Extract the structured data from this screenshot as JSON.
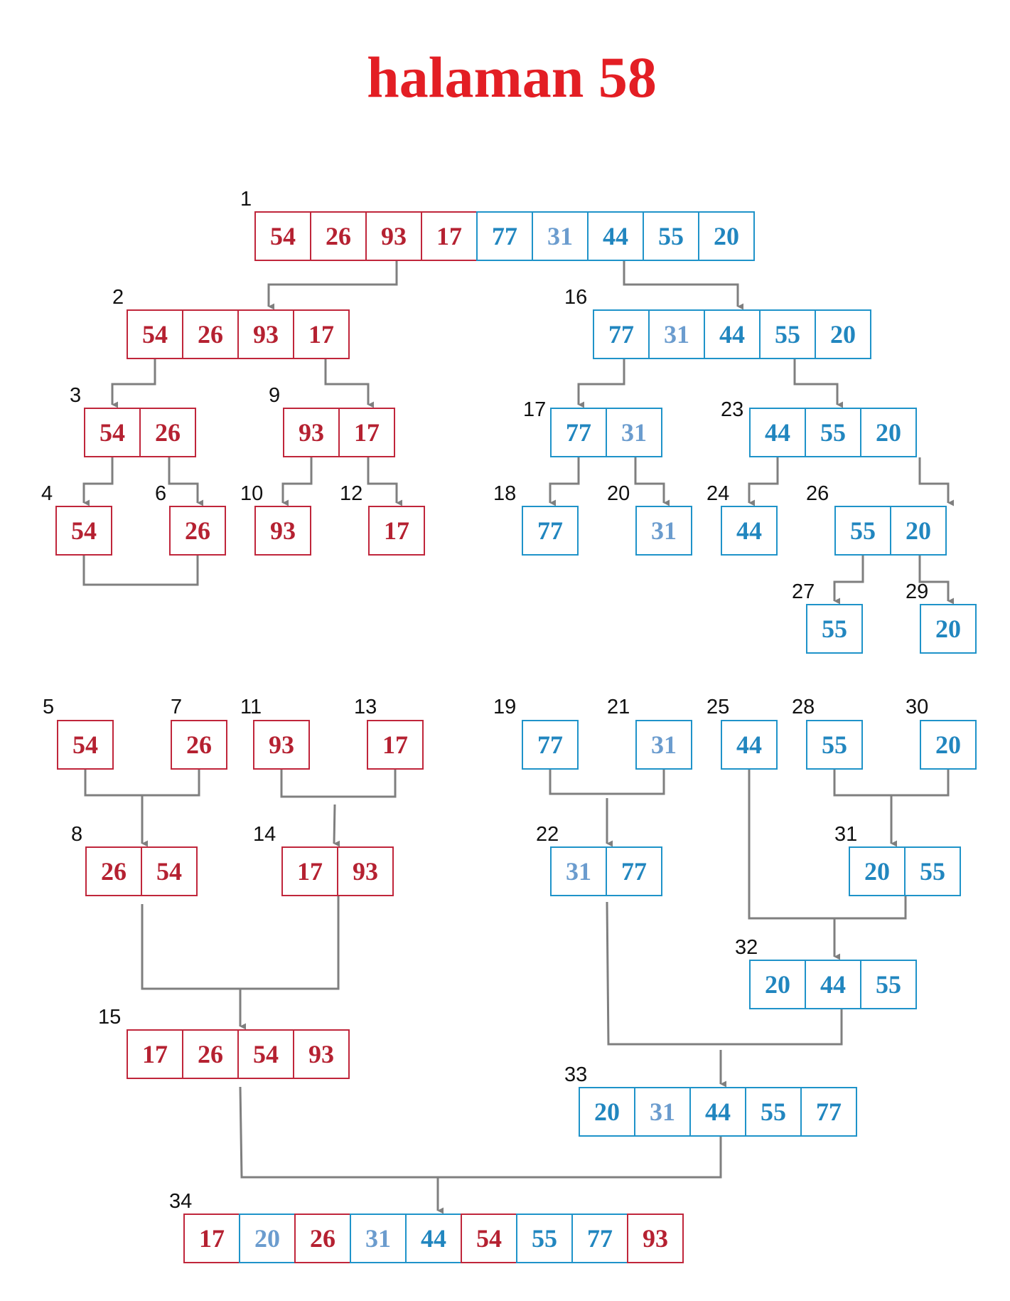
{
  "title": "halaman 58",
  "colors": {
    "title": "#e31e24",
    "red_border": "#c0263b",
    "red_text": "#b52131",
    "blue_border": "#1f93c9",
    "blue_text": "#2186bf",
    "light_blue_text": "#6b9cce",
    "connector": "#7f7f7f",
    "step_label": "#111111"
  },
  "nodes": [
    {
      "step": "1",
      "cells": [
        {
          "v": "54",
          "t": "r"
        },
        {
          "v": "26",
          "t": "r"
        },
        {
          "v": "93",
          "t": "r"
        },
        {
          "v": "17",
          "t": "r"
        },
        {
          "v": "77",
          "t": "b"
        },
        {
          "v": "31",
          "t": "lb"
        },
        {
          "v": "44",
          "t": "b"
        },
        {
          "v": "55",
          "t": "b"
        },
        {
          "v": "20",
          "t": "b"
        }
      ]
    },
    {
      "step": "2",
      "cells": [
        {
          "v": "54",
          "t": "r"
        },
        {
          "v": "26",
          "t": "r"
        },
        {
          "v": "93",
          "t": "r"
        },
        {
          "v": "17",
          "t": "r"
        }
      ]
    },
    {
      "step": "3",
      "cells": [
        {
          "v": "54",
          "t": "r"
        },
        {
          "v": "26",
          "t": "r"
        }
      ]
    },
    {
      "step": "4",
      "cells": [
        {
          "v": "54",
          "t": "r"
        }
      ]
    },
    {
      "step": "6",
      "cells": [
        {
          "v": "26",
          "t": "r"
        }
      ]
    },
    {
      "step": "9",
      "cells": [
        {
          "v": "93",
          "t": "r"
        },
        {
          "v": "17",
          "t": "r"
        }
      ]
    },
    {
      "step": "10",
      "cells": [
        {
          "v": "93",
          "t": "r"
        }
      ]
    },
    {
      "step": "12",
      "cells": [
        {
          "v": "17",
          "t": "r"
        }
      ]
    },
    {
      "step": "16",
      "cells": [
        {
          "v": "77",
          "t": "b"
        },
        {
          "v": "31",
          "t": "lb"
        },
        {
          "v": "44",
          "t": "b"
        },
        {
          "v": "55",
          "t": "b"
        },
        {
          "v": "20",
          "t": "b"
        }
      ]
    },
    {
      "step": "17",
      "cells": [
        {
          "v": "77",
          "t": "b"
        },
        {
          "v": "31",
          "t": "lb"
        }
      ]
    },
    {
      "step": "18",
      "cells": [
        {
          "v": "77",
          "t": "b"
        }
      ]
    },
    {
      "step": "20",
      "cells": [
        {
          "v": "31",
          "t": "lb"
        }
      ]
    },
    {
      "step": "23",
      "cells": [
        {
          "v": "44",
          "t": "b"
        },
        {
          "v": "55",
          "t": "b"
        },
        {
          "v": "20",
          "t": "b"
        }
      ]
    },
    {
      "step": "24",
      "cells": [
        {
          "v": "44",
          "t": "b"
        }
      ]
    },
    {
      "step": "26",
      "cells": [
        {
          "v": "55",
          "t": "b"
        },
        {
          "v": "20",
          "t": "b"
        }
      ]
    },
    {
      "step": "27",
      "cells": [
        {
          "v": "55",
          "t": "b"
        }
      ]
    },
    {
      "step": "29",
      "cells": [
        {
          "v": "20",
          "t": "b"
        }
      ]
    },
    {
      "step": "5",
      "cells": [
        {
          "v": "54",
          "t": "r"
        }
      ]
    },
    {
      "step": "7",
      "cells": [
        {
          "v": "26",
          "t": "r"
        }
      ]
    },
    {
      "step": "11",
      "cells": [
        {
          "v": "93",
          "t": "r"
        }
      ]
    },
    {
      "step": "13",
      "cells": [
        {
          "v": "17",
          "t": "r"
        }
      ]
    },
    {
      "step": "8",
      "cells": [
        {
          "v": "26",
          "t": "r"
        },
        {
          "v": "54",
          "t": "r"
        }
      ]
    },
    {
      "step": "14",
      "cells": [
        {
          "v": "17",
          "t": "r"
        },
        {
          "v": "93",
          "t": "r"
        }
      ]
    },
    {
      "step": "15",
      "cells": [
        {
          "v": "17",
          "t": "r"
        },
        {
          "v": "26",
          "t": "r"
        },
        {
          "v": "54",
          "t": "r"
        },
        {
          "v": "93",
          "t": "r"
        }
      ]
    },
    {
      "step": "19",
      "cells": [
        {
          "v": "77",
          "t": "b"
        }
      ]
    },
    {
      "step": "21",
      "cells": [
        {
          "v": "31",
          "t": "lb"
        }
      ]
    },
    {
      "step": "25",
      "cells": [
        {
          "v": "44",
          "t": "b"
        }
      ]
    },
    {
      "step": "28",
      "cells": [
        {
          "v": "55",
          "t": "b"
        }
      ]
    },
    {
      "step": "30",
      "cells": [
        {
          "v": "20",
          "t": "b"
        }
      ]
    },
    {
      "step": "22",
      "cells": [
        {
          "v": "31",
          "t": "lb"
        },
        {
          "v": "77",
          "t": "b"
        }
      ]
    },
    {
      "step": "31",
      "cells": [
        {
          "v": "20",
          "t": "b"
        },
        {
          "v": "55",
          "t": "b"
        }
      ]
    },
    {
      "step": "32",
      "cells": [
        {
          "v": "20",
          "t": "b"
        },
        {
          "v": "44",
          "t": "b"
        },
        {
          "v": "55",
          "t": "b"
        }
      ]
    },
    {
      "step": "33",
      "cells": [
        {
          "v": "20",
          "t": "b"
        },
        {
          "v": "31",
          "t": "lb"
        },
        {
          "v": "44",
          "t": "b"
        },
        {
          "v": "55",
          "t": "b"
        },
        {
          "v": "77",
          "t": "b"
        }
      ]
    },
    {
      "step": "34",
      "cells": [
        {
          "v": "17",
          "t": "r"
        },
        {
          "v": "20",
          "t": "lb"
        },
        {
          "v": "26",
          "t": "r"
        },
        {
          "v": "31",
          "t": "lb"
        },
        {
          "v": "44",
          "t": "b"
        },
        {
          "v": "54",
          "t": "r"
        },
        {
          "v": "55",
          "t": "b"
        },
        {
          "v": "77",
          "t": "b"
        },
        {
          "v": "93",
          "t": "r"
        }
      ]
    }
  ]
}
